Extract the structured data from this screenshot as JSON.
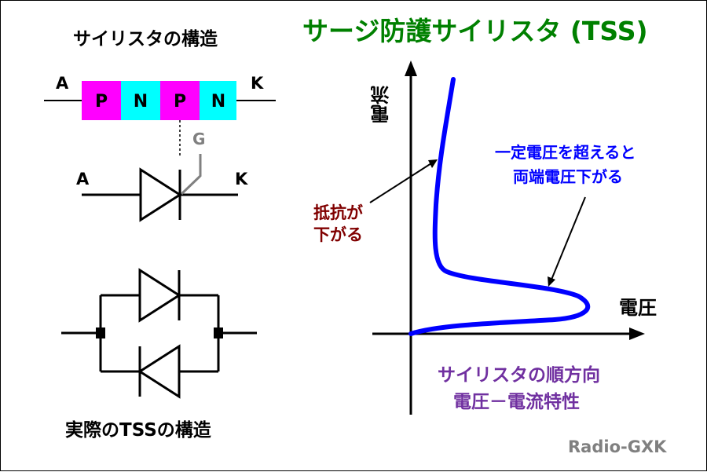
{
  "title": "サージ防護サイリスタ (TSS)",
  "left_top": {
    "heading": "サイリスタの構造",
    "terminal_a": "A",
    "terminal_k": "K",
    "layers": [
      {
        "label": "P",
        "color": "#ff00ff"
      },
      {
        "label": "N",
        "color": "#00ffff"
      },
      {
        "label": "P",
        "color": "#ff00ff"
      },
      {
        "label": "N",
        "color": "#00ffff"
      }
    ],
    "gate_label": "G",
    "symbol_a": "A",
    "symbol_k": "K"
  },
  "left_bottom": {
    "caption": "実際のTSSの構造"
  },
  "graph": {
    "y_axis_label": "電流",
    "x_axis_label": "電圧",
    "annotation_left": [
      "抵抗が",
      "下がる"
    ],
    "annotation_right": [
      "一定電圧を超えると",
      "両端電圧下がる"
    ],
    "caption": [
      "サイリスタの順方向",
      "電圧－電流特性"
    ],
    "curve_color": "#0000ff"
  },
  "credit": "Radio-GXK",
  "colors": {
    "title": "#008000",
    "annotation_left": "#800000",
    "annotation_right": "#0000ff",
    "caption": "#7030a0",
    "credit": "#808080",
    "gate": "#808080"
  }
}
